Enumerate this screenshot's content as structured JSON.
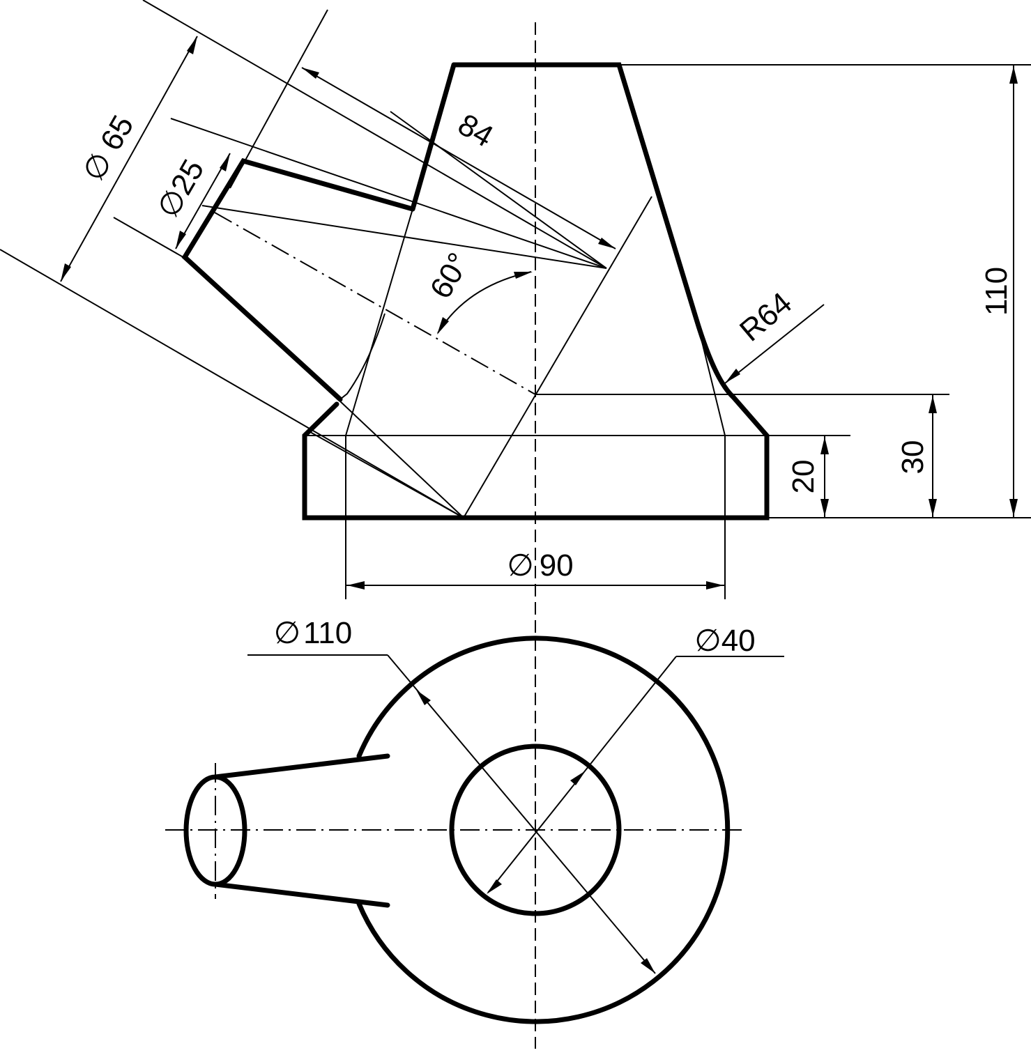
{
  "dimensions": {
    "dia_65": "65",
    "dia_25": "25",
    "len_84": "84",
    "angle_60": "60°",
    "radius_64": "R64",
    "height_110": "110",
    "height_30": "30",
    "height_20": "20",
    "dia_90": "90",
    "dia_110": "110",
    "dia_40": "40"
  },
  "symbols": {
    "diameter": "∅"
  }
}
